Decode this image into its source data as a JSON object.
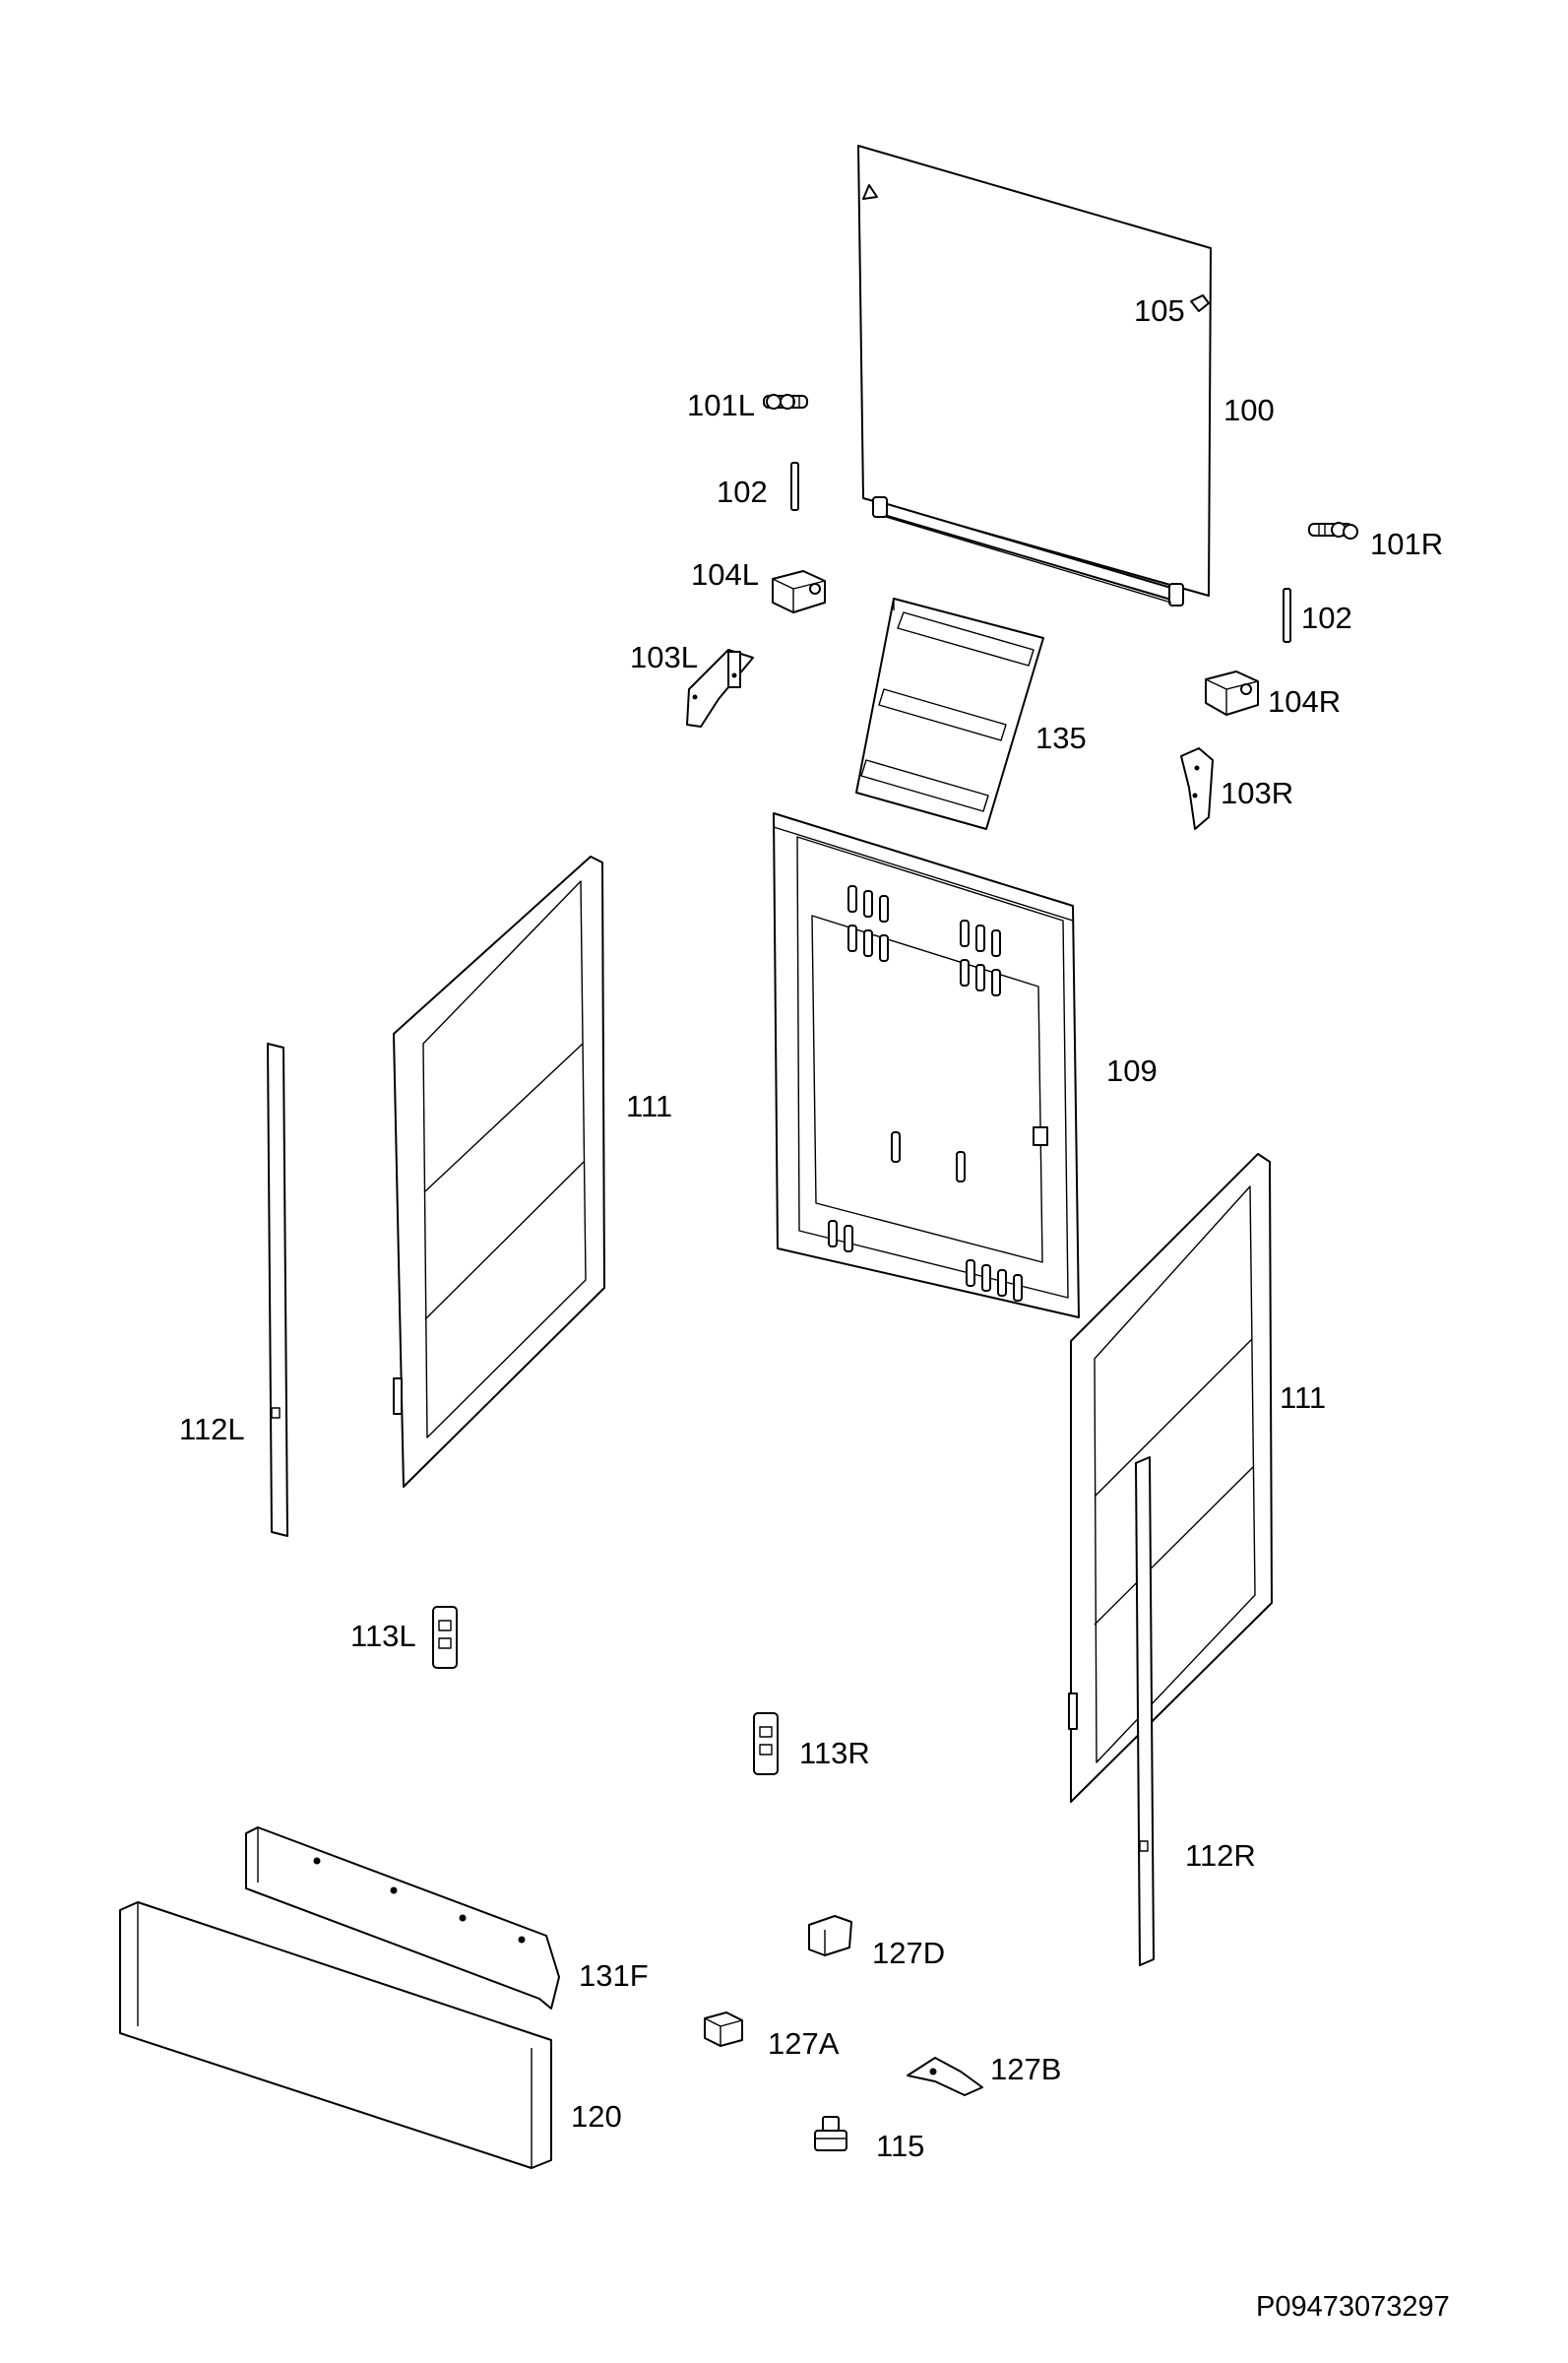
{
  "labels": {
    "p100": "100",
    "p101L": "101L",
    "p101R": "101R",
    "p102a": "102",
    "p102b": "102",
    "p103L": "103L",
    "p103R": "103R",
    "p104L": "104L",
    "p104R": "104R",
    "p105": "105",
    "p109": "109",
    "p111a": "111",
    "p111b": "111",
    "p112L": "112L",
    "p112R": "112R",
    "p113L": "113L",
    "p113R": "113R",
    "p115": "115",
    "p120": "120",
    "p127A": "127A",
    "p127B": "127B",
    "p127D": "127D",
    "p131F": "131F",
    "p135": "135"
  },
  "drawing_code": "P09473073297"
}
